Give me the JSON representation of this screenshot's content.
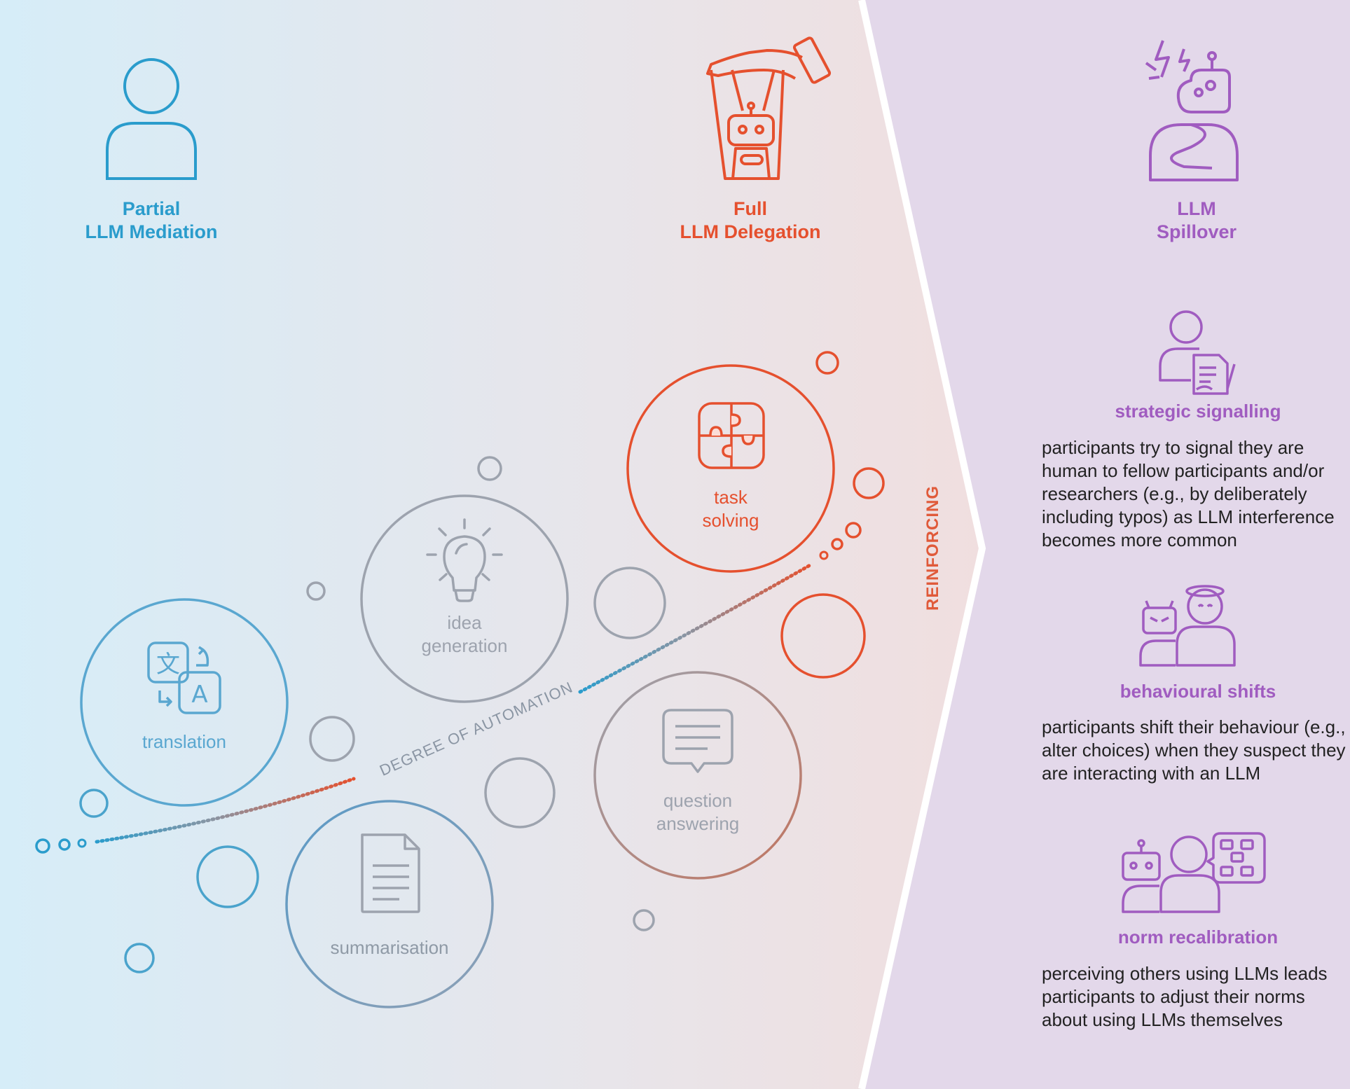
{
  "colors": {
    "mediation": "#2a9ccc",
    "delegation": "#e5502e",
    "spillover": "#a05cc0",
    "neutral": "#9da3ae",
    "text": "#222222"
  },
  "headers": {
    "mediation": {
      "line1": "Partial",
      "line2": "LLM Mediation",
      "icon": "person-icon"
    },
    "delegation": {
      "line1": "Full",
      "line2": "LLM Delegation",
      "icon": "robot-puppet-icon"
    },
    "spillover": {
      "line1": "LLM",
      "line2": "Spillover",
      "icon": "robot-head-person-icon"
    }
  },
  "tasks": {
    "translation": {
      "line1": "translation",
      "icon": "translate-icon"
    },
    "summarisation": {
      "line1": "summarisation",
      "icon": "document-icon"
    },
    "idea": {
      "line1": "idea",
      "line2": "generation",
      "icon": "lightbulb-icon"
    },
    "question": {
      "line1": "question",
      "line2": "answering",
      "icon": "speech-bubble-icon"
    },
    "task": {
      "line1": "task",
      "line2": "solving",
      "icon": "puzzle-icon"
    }
  },
  "axis_label": "DEGREE OF AUTOMATION",
  "reinforcing_label": "REINFORCING",
  "spillover_items": [
    {
      "title": "strategic signalling",
      "description": "participants try to signal they are human to fellow participants and/or researchers (e.g., by deliberately including typos) as LLM interference becomes more common",
      "icon": "person-document-icon"
    },
    {
      "title": "behavioural shifts",
      "description": "participants shift their behaviour (e.g., alter choices) when they suspect they are interacting with an LLM",
      "icon": "robot-angel-person-icon"
    },
    {
      "title": "norm recalibration",
      "description": "perceiving others using LLMs leads participants to adjust their norms about using LLMs themselves",
      "icon": "robot-person-group-icon"
    }
  ]
}
